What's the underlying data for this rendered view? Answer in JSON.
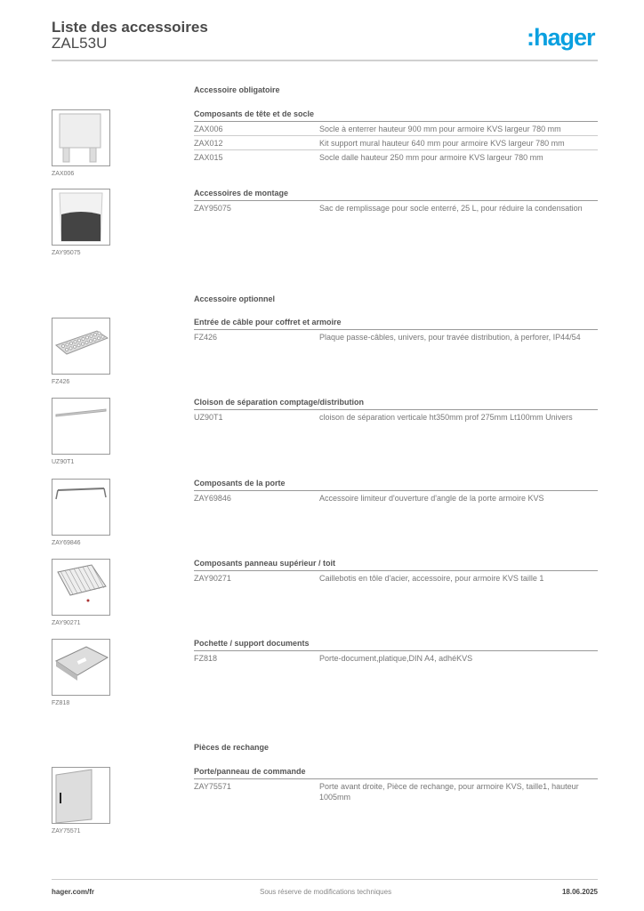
{
  "header": {
    "title": "Liste des accessoires",
    "subtitle": "ZAL53U",
    "logo": ":hager",
    "brand_color": "#0aa0e0"
  },
  "sections": [
    {
      "title": "Accessoire obligatoire",
      "groups": [
        {
          "title": "Composants de tête et de socle",
          "image": "ZAX006",
          "icon": "base-socket-image",
          "rows": [
            {
              "ref": "ZAX006",
              "desc": "Socle à enterrer hauteur 900 mm pour armoire KVS largeur 780 mm"
            },
            {
              "ref": "ZAX012",
              "desc": "Kit support mural hauteur 640 mm pour armoire KVS largeur 780 mm"
            },
            {
              "ref": "ZAX015",
              "desc": "Socle dalle hauteur 250 mm pour armoire KVS largeur 780 mm"
            }
          ]
        },
        {
          "title": "Accessoires de montage",
          "image": "ZAY95075",
          "icon": "filler-bag-image",
          "rows": [
            {
              "ref": "ZAY95075",
              "desc": "Sac de remplissage pour socle enterré, 25 L, pour réduire la condensation"
            }
          ]
        }
      ]
    },
    {
      "title": "Accessoire optionnel",
      "groups": [
        {
          "title": "Entrée de câble pour coffret et armoire",
          "image": "FZ426",
          "icon": "cable-plate-image",
          "rows": [
            {
              "ref": "FZ426",
              "desc": "Plaque passe-câbles, univers, pour travée distribution, à perforer, IP44/54"
            }
          ]
        },
        {
          "title": "Cloison de séparation comptage/distribution",
          "image": "UZ90T1",
          "icon": "partition-image",
          "rows": [
            {
              "ref": "UZ90T1",
              "desc": "cloison de séparation verticale ht350mm prof 275mm Lt100mm Univers"
            }
          ]
        },
        {
          "title": "Composants de la porte",
          "image": "ZAY69846",
          "icon": "door-limiter-image",
          "rows": [
            {
              "ref": "ZAY69846",
              "desc": "Accessoire limiteur d'ouverture d'angle de la porte armoire KVS"
            }
          ]
        },
        {
          "title": "Composants panneau supérieur / toit",
          "image": "ZAY90271",
          "icon": "grating-image",
          "rows": [
            {
              "ref": "ZAY90271",
              "desc": "Caillebotis en tôle d'acier, accessoire, pour armoire KVS taille 1"
            }
          ]
        },
        {
          "title": "Pochette / support  documents",
          "image": "FZ818",
          "icon": "document-holder-image",
          "rows": [
            {
              "ref": "FZ818",
              "desc": "Porte-document,platique,DIN A4, adhéKVS"
            }
          ]
        }
      ]
    },
    {
      "title": "Pièces de rechange",
      "groups": [
        {
          "title": "Porte/panneau de commande",
          "image": "ZAY75571",
          "icon": "door-panel-image",
          "rows": [
            {
              "ref": "ZAY75571",
              "desc": "Porte avant droite, Pièce de rechange, pour armoire KVS, taille1, hauteur 1005mm"
            }
          ]
        }
      ]
    }
  ],
  "footer": {
    "left": "hager.com/fr",
    "center": "Sous réserve de modifications techniques",
    "right": "18.06.2025"
  }
}
